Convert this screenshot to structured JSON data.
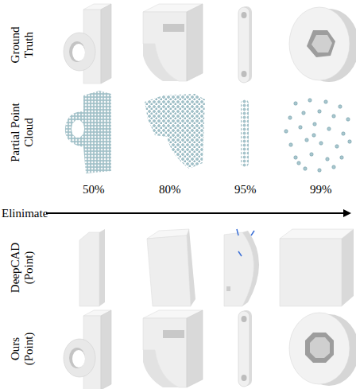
{
  "diagram": {
    "labels": [
      "Ground Truth",
      "Partial Point Cloud",
      "50%",
      "80%",
      "95%",
      "99%",
      "Elinimate",
      "DeepCAD (Point)",
      "Ours (Point)"
    ]
  }
}
